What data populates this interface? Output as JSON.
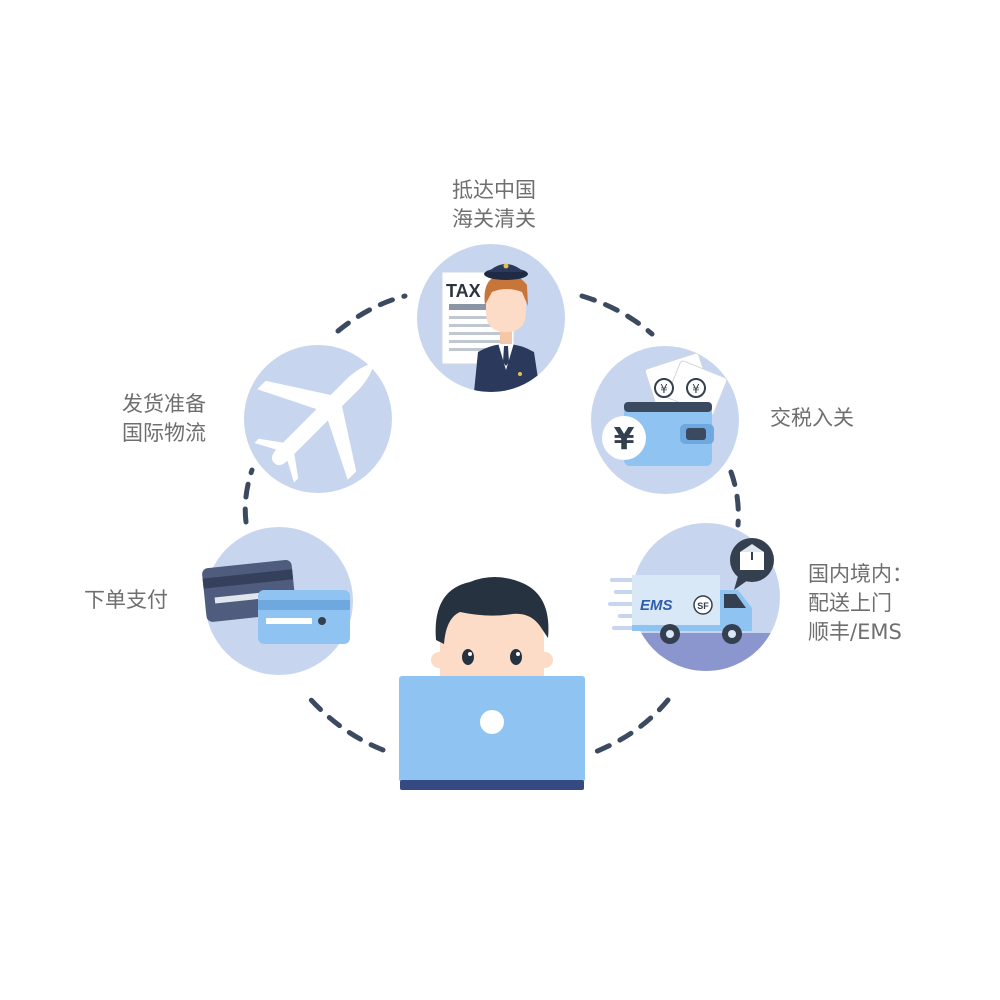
{
  "steps": {
    "customs_clearance": {
      "line1": "抵达中国",
      "line2": "海关清关",
      "sign_text": "TAX"
    },
    "tax_entry": {
      "line1": "交税入关",
      "currency_symbol": "¥",
      "coin_symbol": "¥"
    },
    "domestic_delivery": {
      "line1": "国内境内：",
      "line2": "配送上门",
      "line3": "顺丰/EMS",
      "truck_brand_1": "EMS",
      "truck_brand_2": "SF"
    },
    "shipping": {
      "line1": "发货准备",
      "line2": "国际物流"
    },
    "order_payment": {
      "line1": "下单支付"
    }
  },
  "colors": {
    "circle_fill": "#c7d6ee",
    "dash": "#3c4a60",
    "label_text": "#6f6f6f",
    "laptop": "#8fc4f2",
    "laptop_base": "#344a80",
    "hair": "#26323f",
    "skin": "#fcdcc6"
  }
}
